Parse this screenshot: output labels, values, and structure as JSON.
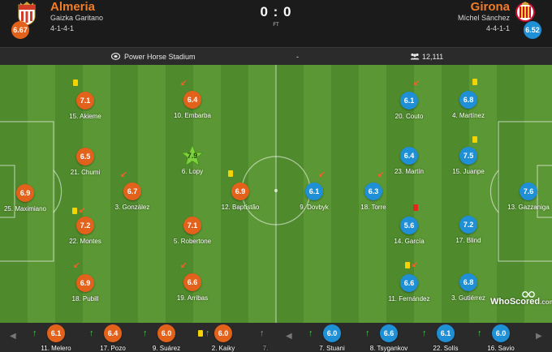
{
  "match": {
    "home": {
      "name": "Almeria",
      "manager": "Gaizka Garitano",
      "formation": "4-1-4-1",
      "rating": "6.67",
      "crest_label": "U.D. ALMERIA",
      "color": "#e2621b"
    },
    "away": {
      "name": "Girona",
      "manager": "Míchel Sánchez",
      "formation": "4-4-1-1",
      "rating": "6.52",
      "color": "#1f8fd6"
    },
    "score": "0 : 0",
    "status": "FT",
    "stadium": "Power Horse Stadium",
    "separator": "-",
    "attendance": "12,111"
  },
  "home_players": [
    {
      "label": "25. Maximiano",
      "rating": "6.9"
    },
    {
      "label": "15. Akieme",
      "rating": "7.1",
      "yellow_card": true
    },
    {
      "label": "21. Chumi",
      "rating": "6.5"
    },
    {
      "label": "22. Montes",
      "rating": "7.2",
      "yellow_card": true,
      "sub_off": true
    },
    {
      "label": "18. Pubill",
      "rating": "6.9",
      "sub_off": true
    },
    {
      "label": "3. González",
      "rating": "6.7",
      "sub_off": true
    },
    {
      "label": "10. Embarba",
      "rating": "6.4",
      "sub_off": true
    },
    {
      "label": "6. Lopy",
      "rating": "7.9",
      "man_of_the_match": true
    },
    {
      "label": "5. Robertone",
      "rating": "7.1"
    },
    {
      "label": "19. Arribas",
      "rating": "6.6",
      "sub_off": true
    },
    {
      "label": "12. Baptistão",
      "rating": "6.9",
      "yellow_card": true
    }
  ],
  "away_players": [
    {
      "label": "13. Gazzaniga",
      "rating": "7.6"
    },
    {
      "label": "4. Martínez",
      "rating": "6.8",
      "yellow_card": true
    },
    {
      "label": "15. Juanpe",
      "rating": "7.5",
      "yellow_card": true
    },
    {
      "label": "17. Blind",
      "rating": "7.2"
    },
    {
      "label": "3. Gutiérrez",
      "rating": "6.8"
    },
    {
      "label": "20. Couto",
      "rating": "6.1",
      "sub_off": true
    },
    {
      "label": "23. Martín",
      "rating": "6.4"
    },
    {
      "label": "14. García",
      "rating": "5.6",
      "red_card": true
    },
    {
      "label": "11. Fernández",
      "rating": "6.6",
      "yellow_card": true,
      "sub_off": true
    },
    {
      "label": "18. Torre",
      "rating": "6.3",
      "sub_off": true
    },
    {
      "label": "9. Dovbyk",
      "rating": "6.1",
      "sub_off": true
    }
  ],
  "home_subs": [
    {
      "label": "11. Melero",
      "rating": "6.1"
    },
    {
      "label": "17. Pozo",
      "rating": "6.4"
    },
    {
      "label": "9. Suárez",
      "rating": "6.0"
    },
    {
      "label": "2. Kaiky",
      "rating": "6.0",
      "yellow_card": true
    },
    {
      "label": "7.",
      "rating": ""
    }
  ],
  "away_subs": [
    {
      "label": "7. Stuani",
      "rating": "6.0"
    },
    {
      "label": "8. Tsygankov",
      "rating": "6.6"
    },
    {
      "label": "22. Solís",
      "rating": "6.1"
    },
    {
      "label": "16. Savio",
      "rating": "6.0"
    }
  ],
  "branding": {
    "logo_text": "WhoScored",
    "logo_suffix": ".com"
  },
  "colors": {
    "card_yellow": "#f4d300",
    "card_red": "#e0281e",
    "sub_on": "#4bd04b",
    "sub_off": "#ff5a2a"
  }
}
